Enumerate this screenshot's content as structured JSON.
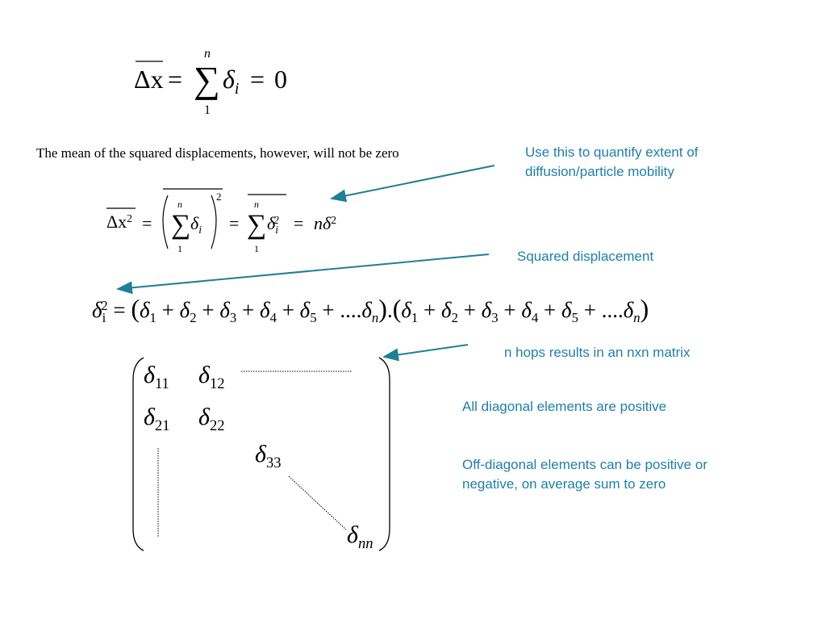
{
  "eq1": {
    "lhs": "Δx",
    "eq": "=",
    "sum": "∑",
    "var": "δ",
    "sub": "i",
    "upper": "n",
    "lower": "1",
    "rhs": "0"
  },
  "mean_text": "The mean of the squared displacements, however, will not be zero",
  "eq2": {
    "lhs": "Δx",
    "lhs_sup": "2",
    "eq": "=",
    "sum": "∑",
    "var": "δ",
    "sub": "i",
    "upper": "n",
    "lower": "1",
    "outer_sup": "2",
    "sq_sup": "2",
    "rhs": "nδ",
    "rhs_sup": "2"
  },
  "eq3": {
    "lhs": "δ",
    "lhs_sub": "i",
    "lhs_sup": "2",
    "terms": [
      "1",
      "2",
      "3",
      "4",
      "5"
    ],
    "dots": "....",
    "last": "n"
  },
  "matrix": {
    "d11": "11",
    "d12": "12",
    "d21": "21",
    "d22": "22",
    "d33": "33",
    "dnn": "nn",
    "symbol": "δ"
  },
  "notes": {
    "mobility_line1": "Use this to quantify extent of",
    "mobility_line2": "diffusion/particle mobility",
    "squared": "Squared displacement",
    "matrix": "n hops results in an nxn matrix",
    "diagonal": "All diagonal elements are positive",
    "offdiag_line1": "Off-diagonal elements can be positive or",
    "offdiag_line2": "negative, on average sum to zero"
  },
  "colors": {
    "accent": "#1f7fa6",
    "arrow": "#1f7f95",
    "text": "#000000"
  }
}
